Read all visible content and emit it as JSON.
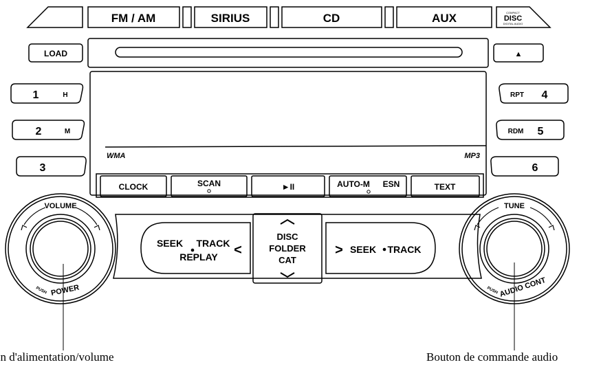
{
  "top_tabs": {
    "fm_am": "FM / AM",
    "sirius": "SIRIUS",
    "cd": "CD",
    "aux": "AUX"
  },
  "disc_logo": {
    "compact": "COMPACT",
    "disc": "DISC",
    "digital_audio": "DIGITAL AUDIO"
  },
  "load_button": "LOAD",
  "eject_button": "▲",
  "preset_buttons": {
    "p1": {
      "number": "1",
      "sub": "H"
    },
    "p2": {
      "number": "2",
      "sub": "M"
    },
    "p3": {
      "number": "3",
      "sub": ""
    },
    "p4": {
      "number": "4",
      "sub": "RPT"
    },
    "p5": {
      "number": "5",
      "sub": "RDM"
    },
    "p6": {
      "number": "6",
      "sub": ""
    }
  },
  "display": {
    "wma": "WMA",
    "mp3": "MP3"
  },
  "function_buttons": {
    "clock": "CLOCK",
    "scan": "SCAN",
    "play_pause": "►II",
    "auto_m": "AUTO-M",
    "esn": "ESN",
    "text": "TEXT"
  },
  "seek_left": {
    "line1a": "SEEK",
    "line1b": "TRACK",
    "line2": "REPLAY",
    "arrow": "<"
  },
  "center_button": {
    "line1": "DISC",
    "line2": "FOLDER",
    "line3": "CAT"
  },
  "seek_right": {
    "arrow": ">",
    "label": "SEEK",
    "label2": "TRACK"
  },
  "volume_knob": {
    "label": "VOLUME",
    "push": "PUSH",
    "power": "POWER"
  },
  "tune_knob": {
    "label": "TUNE",
    "push": "PUSH",
    "audio_cont": "AUDIO CONT"
  },
  "callouts": {
    "left": "on d'alimentation/volume",
    "right": "Bouton de commande audio"
  }
}
